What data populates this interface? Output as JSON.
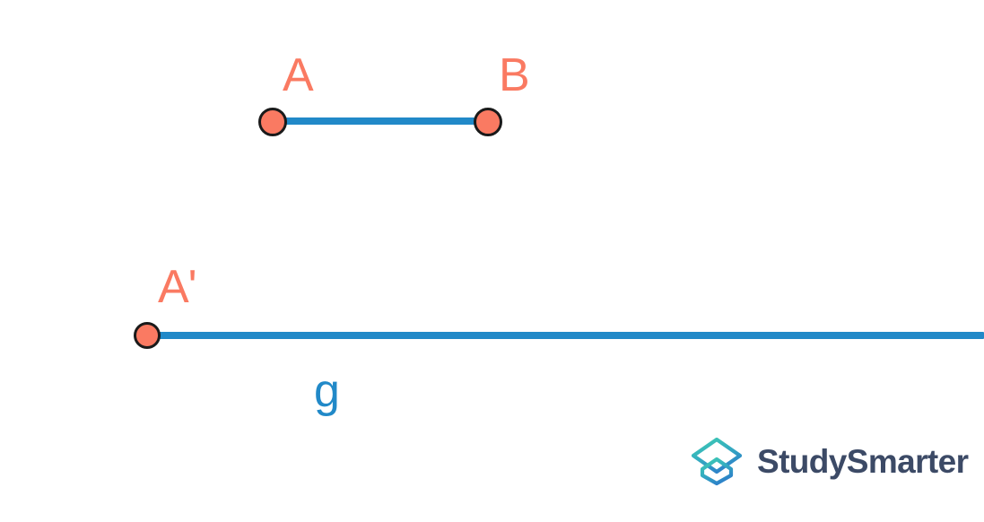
{
  "figure": {
    "background_color": "#ffffff",
    "palette": {
      "point_salmon": "#fa7a62",
      "line_blue": "#2189c8",
      "point_outline": "#1a1a1a",
      "brand_text": "#3c4a66",
      "brand_gradient_start": "#3cc8b4",
      "brand_gradient_end": "#2f86c8"
    },
    "segment": {
      "name": "segment-ab",
      "endpoint_labels": [
        "A",
        "B"
      ],
      "a_label": "A",
      "b_label": "B"
    },
    "ray": {
      "name": "ray-g",
      "origin_label": "A'",
      "line_label": "g"
    }
  },
  "brand": {
    "name": "StudySmarter",
    "text": "StudySmarter",
    "icon": "studysmarter-box-icon"
  }
}
